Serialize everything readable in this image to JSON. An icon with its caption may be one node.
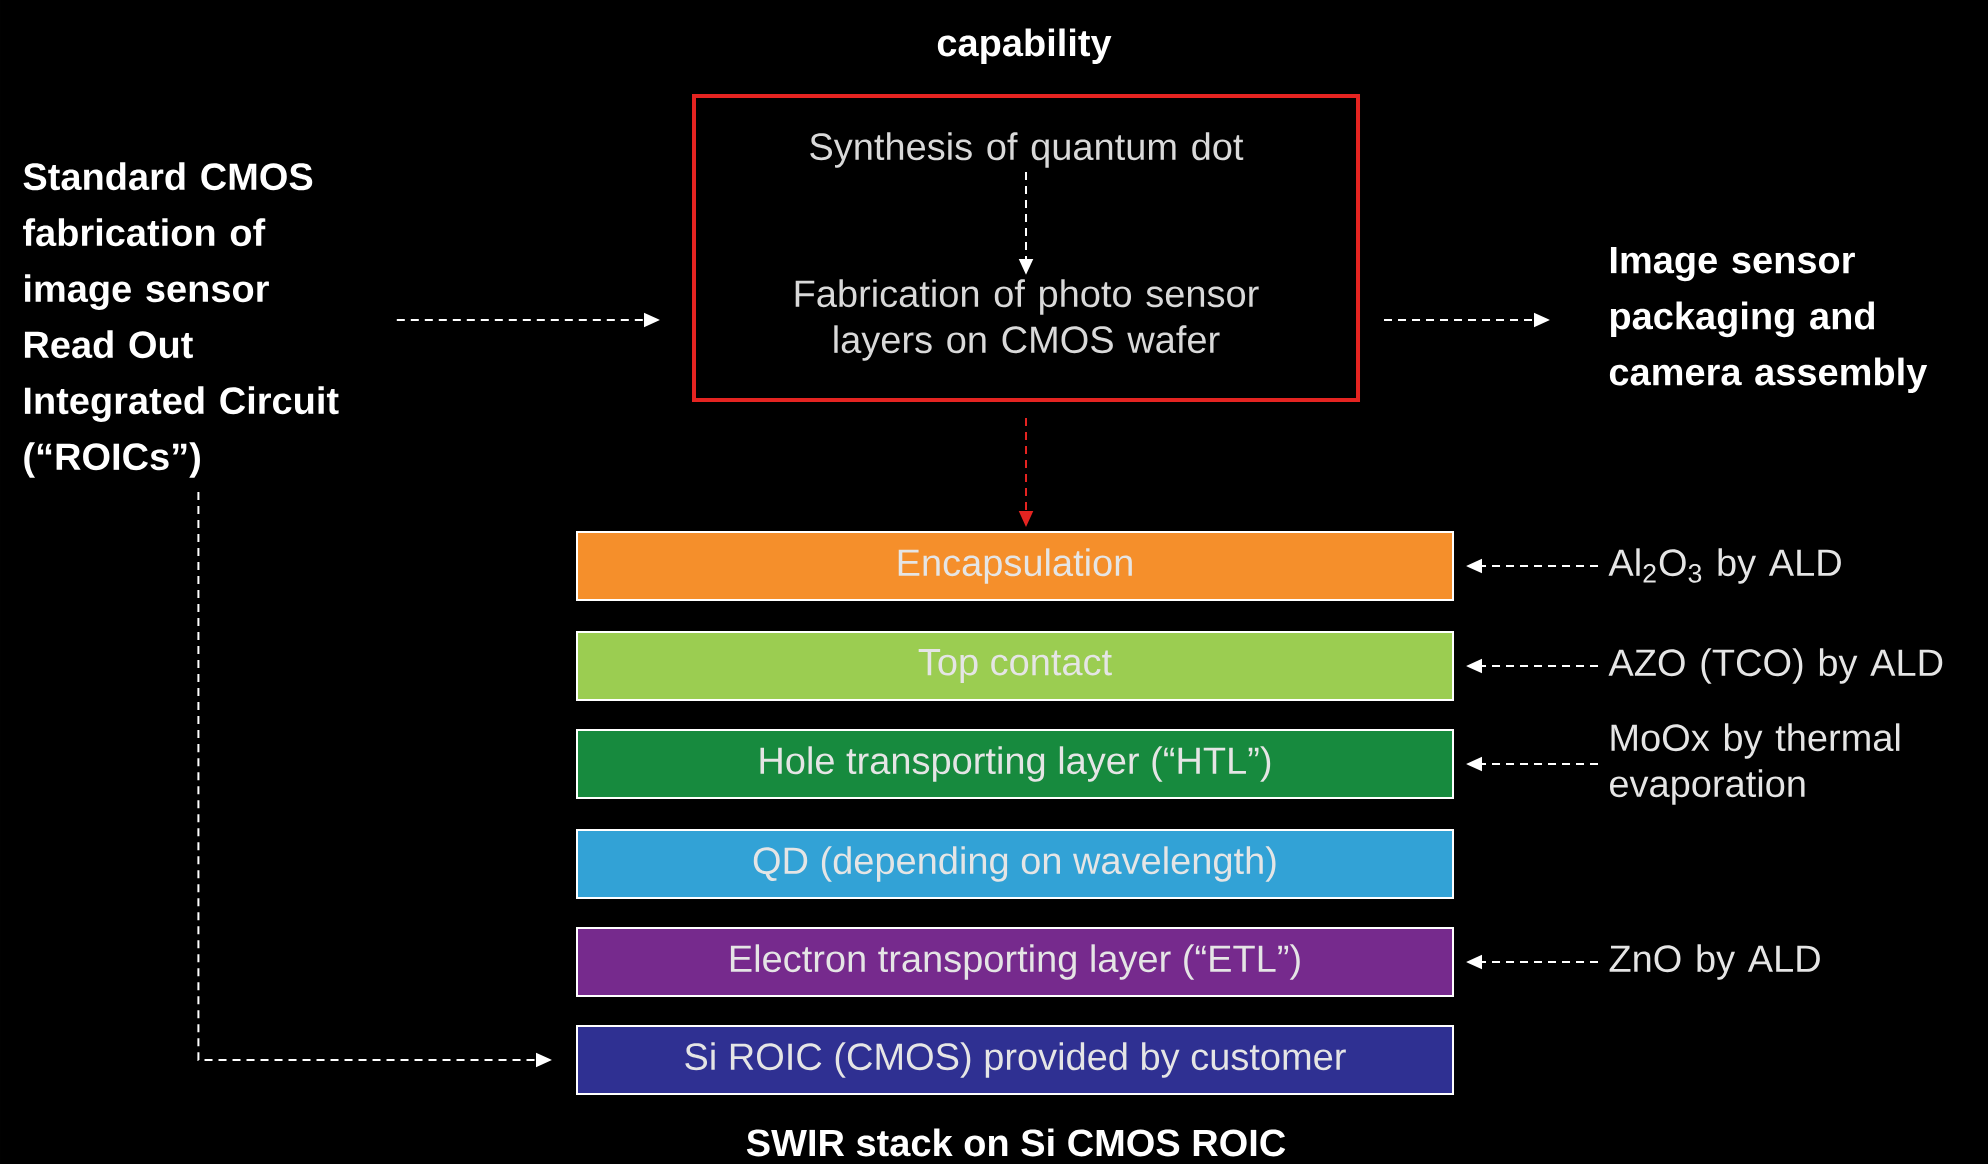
{
  "diagram": {
    "nodes": [
      {
        "text": [
          "capability"
        ]
      },
      {
        "text": [
          "Synthesis of quantum dot"
        ],
        "in": 0
      },
      {
        "text": [
          "Fabrication of photo sensor layers on CMOS wafer"
        ],
        "in": 0
      },
      {
        "text": [
          "Standard CMOS fabrication of image sensor Read Out Integrated Circuit (“ROICs”)"
        ]
      },
      {
        "text": [
          "Image sensor packaging and camera assembly"
        ]
      },
      {
        "text": [
          "Encapsulation"
        ]
      },
      {
        "text": [
          "Top contact"
        ]
      },
      {
        "text": [
          "Hole transporting layer (“HTL”)"
        ]
      },
      {
        "text": [
          "QD (depending on wavelength)"
        ]
      },
      {
        "text": [
          "Electron transporting layer (“ETL”)"
        ]
      },
      {
        "text": [
          "Si ROIC (CMOS) provided by customer"
        ]
      },
      {
        "text": [
          "Al$_{2}$O$_{3}$ by ALD"
        ]
      },
      {
        "text": [
          "AZO (TCO) by ALD"
        ]
      },
      {
        "text": [
          "MoOx by thermal evaporation"
        ]
      },
      {
        "text": [
          "ZnO by ALD"
        ]
      }
    ],
    "edges": [
      {
        "from": 1,
        "to": 2,
        "arrow": "to"
      },
      {
        "from": 3,
        "to": 0,
        "arrow": "to"
      },
      {
        "from": 0,
        "to": 4,
        "arrow": "to"
      },
      {
        "from": 0,
        "to": 5,
        "arrow": "to",
        "color": "#e52421"
      },
      {
        "from": 3,
        "to": 10,
        "arrow": "to"
      },
      {
        "from": 11,
        "to": 5,
        "arrow": "to"
      },
      {
        "from": 12,
        "to": 6,
        "arrow": "to"
      },
      {
        "from": 13,
        "to": 7,
        "arrow": "to"
      },
      {
        "from": 14,
        "to": 9,
        "arrow": "to"
      }
    ],
    "labels": [
      "SWIR stack on Si CMOS ROIC"
    ]
  }
}
